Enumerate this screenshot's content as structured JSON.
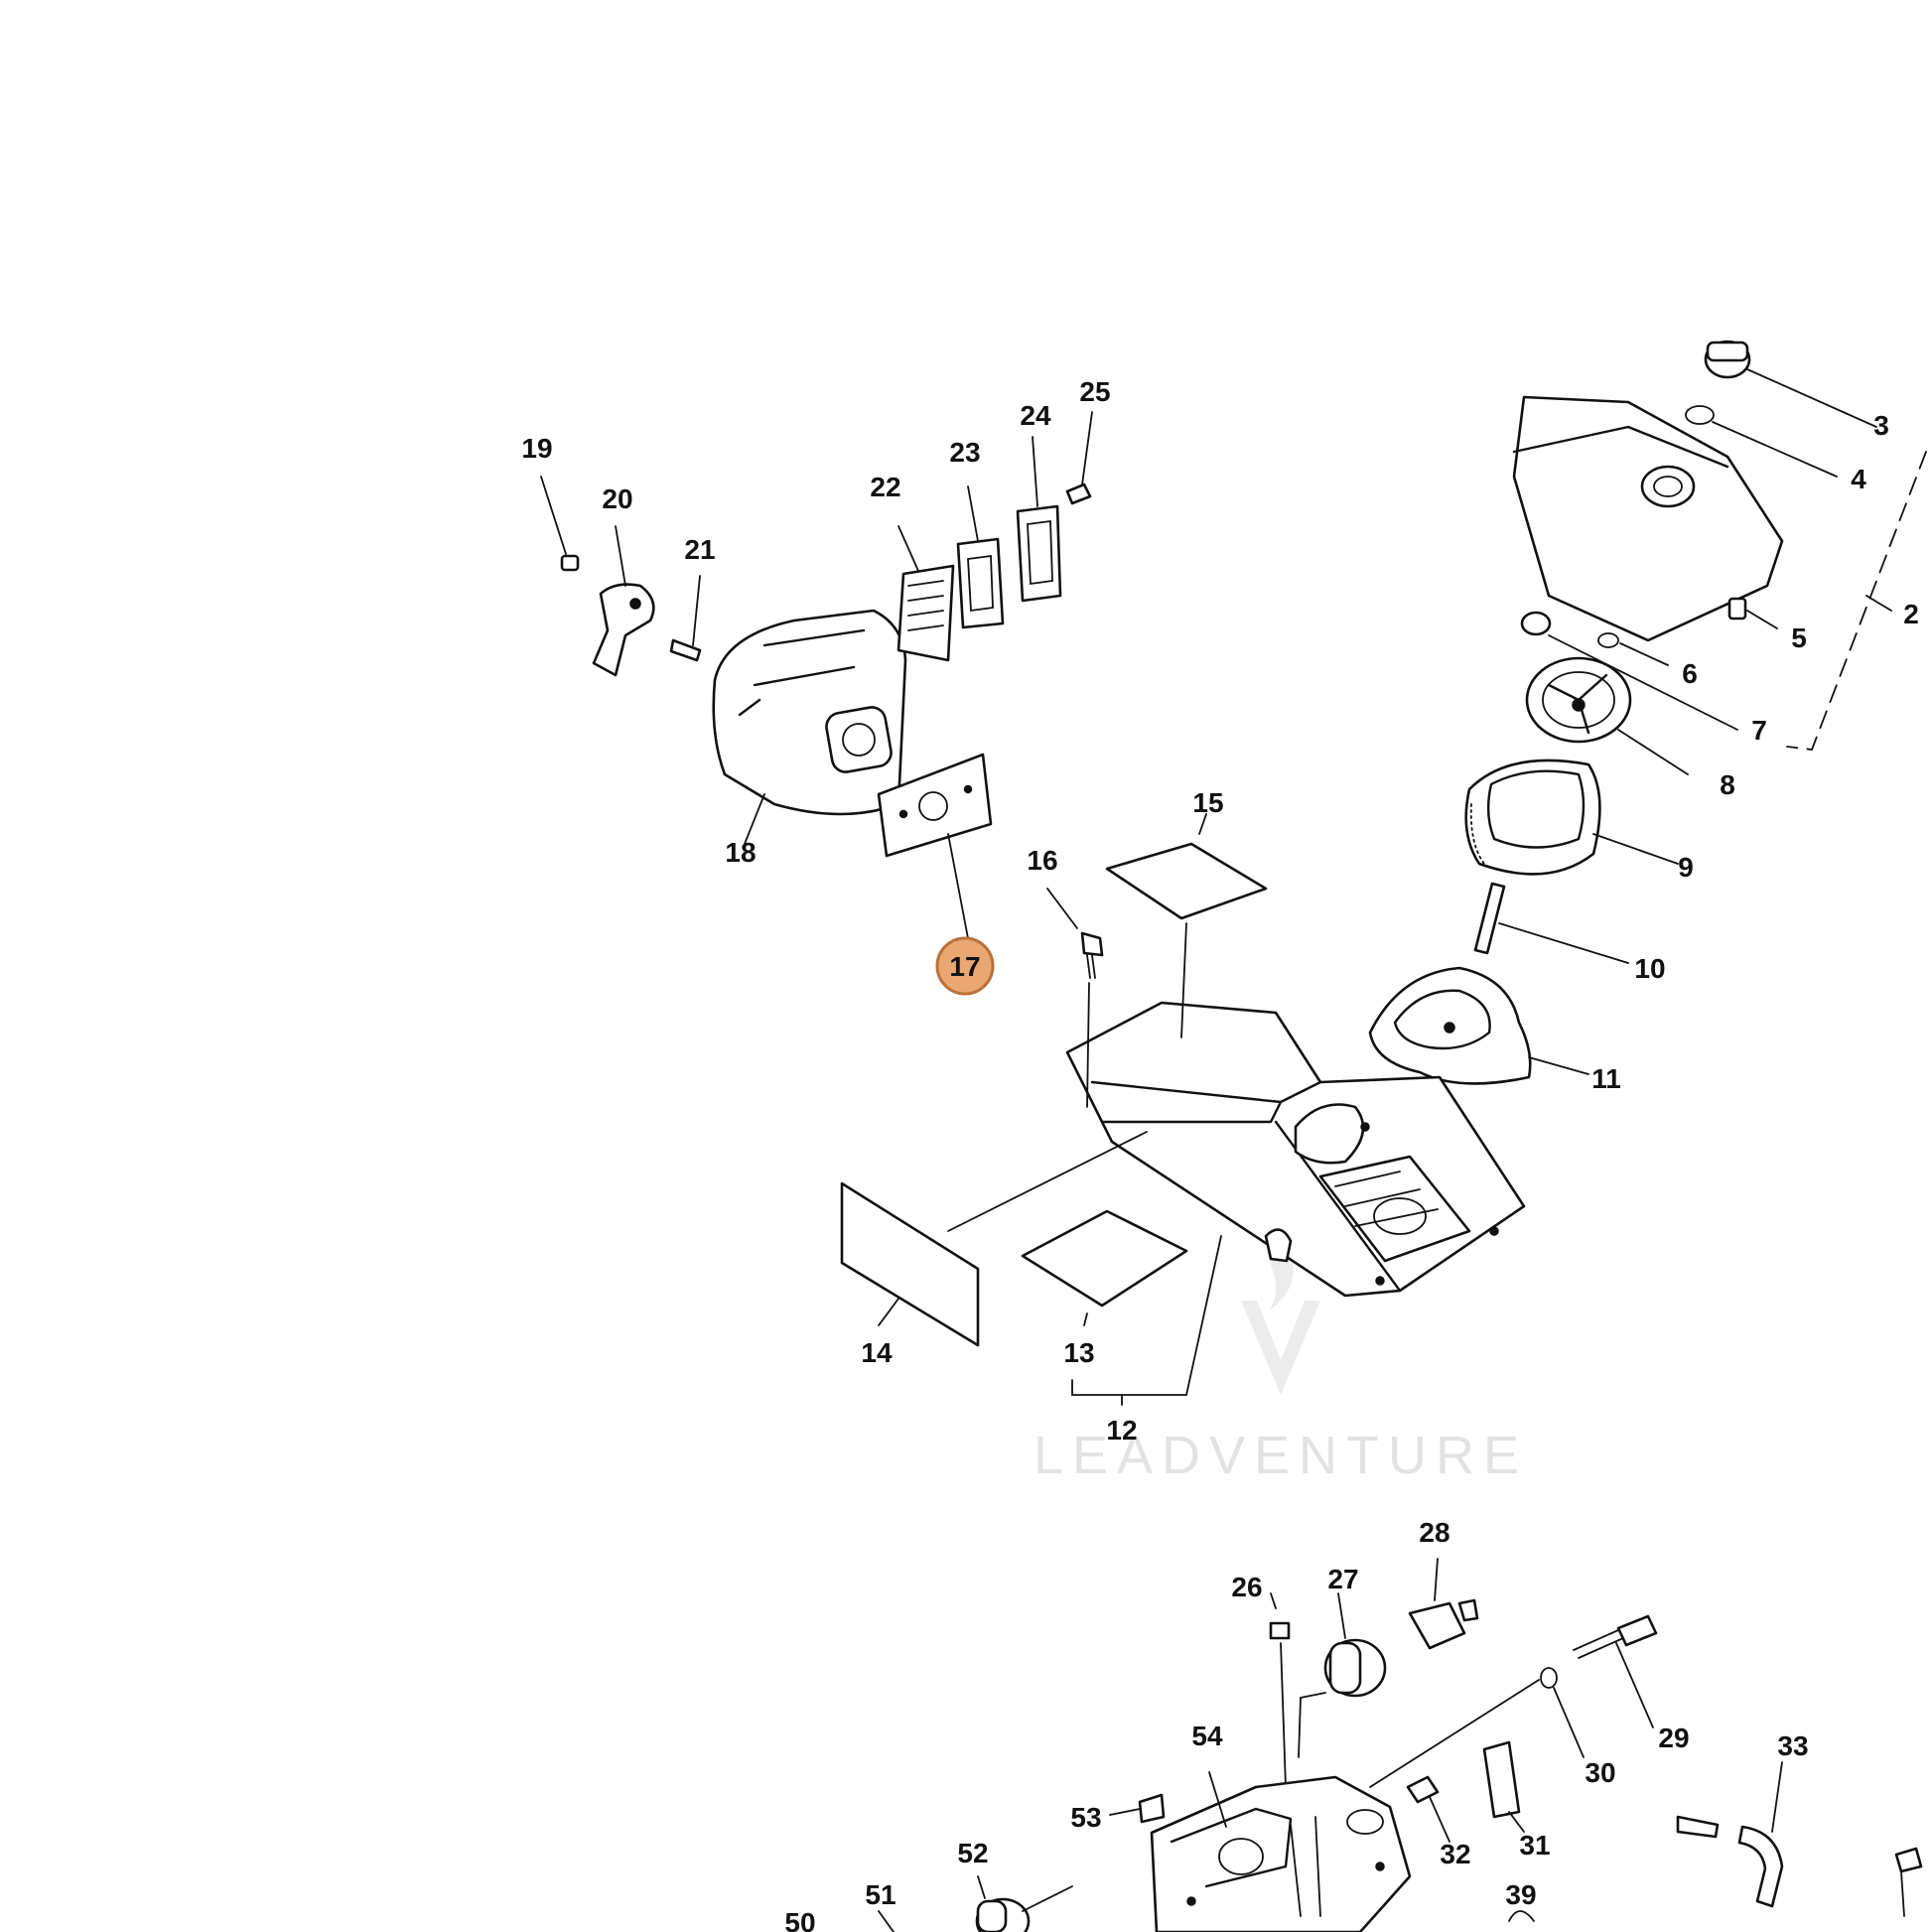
{
  "diagram": {
    "highlight": {
      "part": "17",
      "fill": "#e9a772",
      "stroke": "#b9713a"
    },
    "parts": [
      "2",
      "3",
      "4",
      "5",
      "6",
      "7",
      "8",
      "9",
      "10",
      "11",
      "12",
      "13",
      "14",
      "15",
      "16",
      "17",
      "18",
      "19",
      "20",
      "21",
      "22",
      "23",
      "24",
      "25",
      "26",
      "27",
      "28",
      "29",
      "30",
      "31",
      "32",
      "33",
      "39",
      "50",
      "51",
      "52",
      "53",
      "54"
    ],
    "watermark": {
      "text": "LEADVENTURE",
      "color": "#e2e2e2"
    }
  }
}
